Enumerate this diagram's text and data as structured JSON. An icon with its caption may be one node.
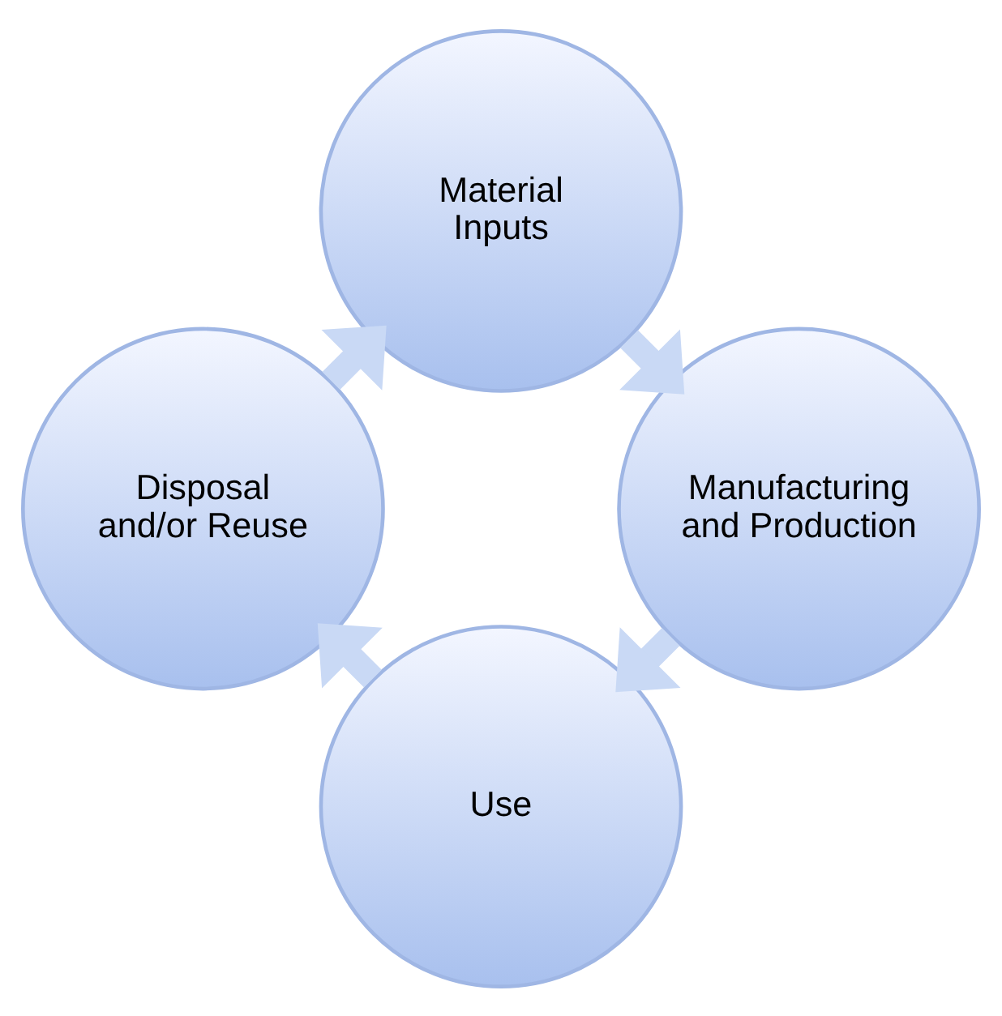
{
  "diagram": {
    "nodes": [
      {
        "text": [
          "Material Inputs"
        ]
      },
      {
        "text": [
          "Manufacturing and Production"
        ]
      },
      {
        "text": [
          "Use"
        ]
      },
      {
        "text": [
          "Disposal and/or Reuse"
        ]
      }
    ],
    "edges": [
      {
        "from": 0,
        "to": 1,
        "arrow": "to"
      },
      {
        "from": 1,
        "to": 2,
        "arrow": "to"
      },
      {
        "from": 2,
        "to": 3,
        "arrow": "to"
      },
      {
        "from": 3,
        "to": 0,
        "arrow": "to"
      }
    ]
  }
}
